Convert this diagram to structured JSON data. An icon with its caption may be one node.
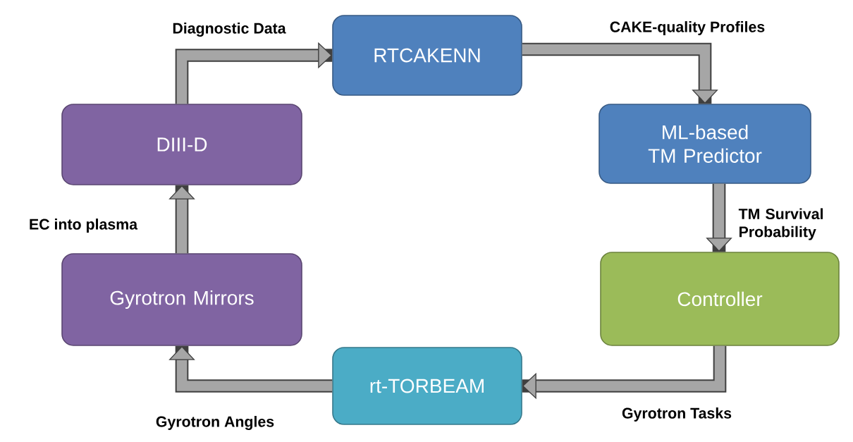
{
  "diagram": {
    "nodes": [
      {
        "text": [
          "RTCAKENN"
        ]
      },
      {
        "text": [
          "ML-based TM Predictor"
        ]
      },
      {
        "text": [
          "Controller"
        ]
      },
      {
        "text": [
          "rt-TORBEAM"
        ]
      },
      {
        "text": [
          "Gyrotron Mirrors"
        ]
      },
      {
        "text": [
          "DIII-D"
        ]
      }
    ],
    "edges": [
      {
        "from": 5,
        "to": 0,
        "arrow": "to",
        "label": "Diagnostic Data"
      },
      {
        "from": 0,
        "to": 1,
        "arrow": "to",
        "label": "CAKE-quality Profiles"
      },
      {
        "from": 1,
        "to": 2,
        "arrow": "to",
        "label": "TM Survival Probability"
      },
      {
        "from": 2,
        "to": 3,
        "arrow": "to",
        "label": "Gyrotron Tasks"
      },
      {
        "from": 3,
        "to": 4,
        "arrow": "to",
        "label": "Gyrotron Angles"
      },
      {
        "from": 4,
        "to": 5,
        "arrow": "to",
        "label": "EC into plasma"
      }
    ]
  }
}
